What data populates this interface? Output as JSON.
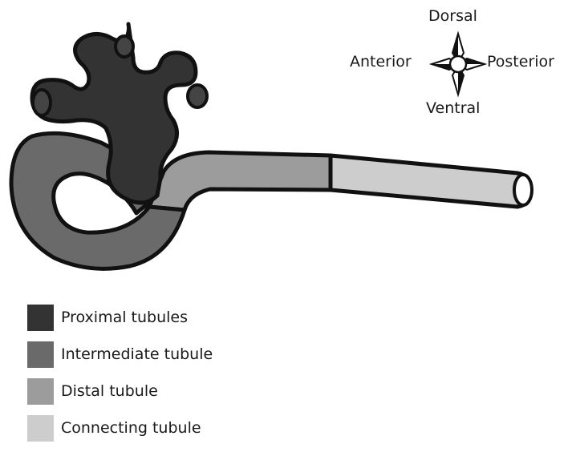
{
  "compass": {
    "dorsal": "Dorsal",
    "ventral": "Ventral",
    "anterior": "Anterior",
    "posterior": "Posterior"
  },
  "legend": [
    {
      "label": "Proximal tubules",
      "color": "#333333"
    },
    {
      "label": "Intermediate tubule",
      "color": "#6a6a6a"
    },
    {
      "label": "Distal tubule",
      "color": "#9c9c9c"
    },
    {
      "label": "Connecting tubule",
      "color": "#cdcdcd"
    }
  ],
  "colors": {
    "proximal": "#333333",
    "intermediate": "#6a6a6a",
    "distal": "#9c9c9c",
    "connecting": "#cdcdcd",
    "outline": "#111111"
  }
}
